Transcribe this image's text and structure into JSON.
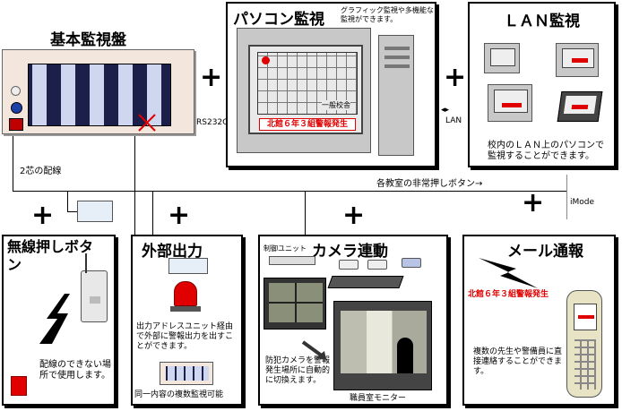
{
  "main_panel": {
    "title": "基本監視盤",
    "rs232c": "RS232C",
    "wiring_2core": "2芯の配線"
  },
  "pc_monitor": {
    "title": "パソコン監視",
    "desc": "グラフィック監視や多機能な監視ができます。",
    "screen_building": "一般校舎",
    "alarm_text": "北館６年３組警報発生"
  },
  "lan_monitor": {
    "title": "ＬＡＮ監視",
    "lan_label": "LAN",
    "desc": "校内のＬＡＮ上のパソコンで監視することができます。"
  },
  "emergency_note": "各教室の非常押しボタン→",
  "imode_label": "iMode",
  "wireless_button": {
    "title": "無線押しボタン",
    "desc": "配線のできない場所で使用します。"
  },
  "external_output": {
    "title": "外部出力",
    "desc": "出力アドレスユニット経由で外部に警報出力を出すことができます。",
    "sub_panel_label": "同一内容の複数監視可能"
  },
  "camera_link": {
    "title": "カメラ連動",
    "control_unit": "制御ユニット",
    "desc": "防犯カメラを警報発生場所に自動的に切換えます。",
    "monitor_label": "職員室モニター"
  },
  "mail_report": {
    "title": "メール通報",
    "alarm_text": "北館６年３組警報発生",
    "desc": "複数の先生や警備員に直接連絡することができます。"
  },
  "colors": {
    "alarm_red": "#e00000",
    "panel_beige": "#f3e6dc",
    "monitor_gray": "#c8c8c8"
  }
}
